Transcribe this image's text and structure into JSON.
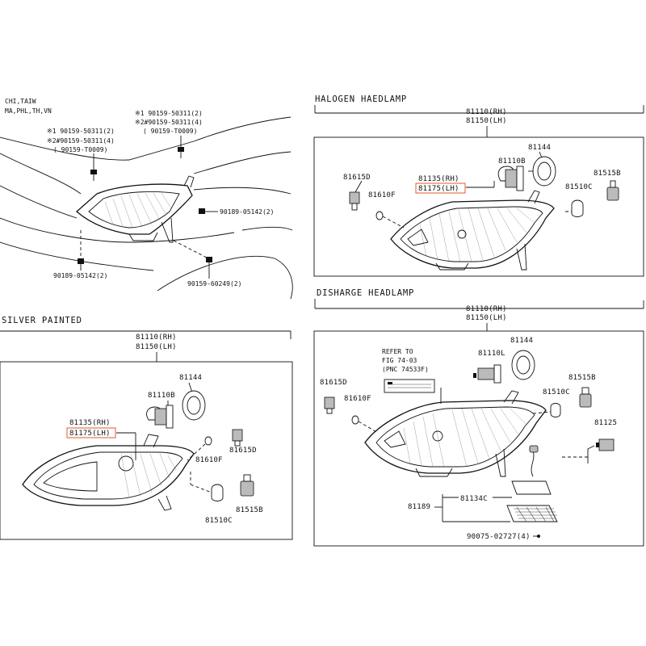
{
  "sections": {
    "top_left_notes": {
      "line1": "CHI,TAIW",
      "line2": "MA,PHL,TH,VN"
    },
    "body_callouts": {
      "a1": "※1 90159-50311(2)",
      "a2": "※2#90159-50311(4)",
      "a3": "( 90159-T0009)",
      "b1": "※1 90159-50311(2)",
      "b2": "※2#90159-50311(4)",
      "b3": "( 90159-T0009)",
      "c": "90189-05142(2)",
      "d": "90189-05142(2)",
      "e": "90159-60249(2)"
    },
    "halogen": {
      "title": "HALOGEN HAEDLAMP",
      "asm_rh": "81110(RH)",
      "asm_lh": "81150(LH)",
      "p81144": "81144",
      "p81110B": "81110B",
      "p81615D": "81615D",
      "p81135": "81135(RH)",
      "p81175": "81175(LH)",
      "p81610F": "81610F",
      "p81510C": "81510C",
      "p81515B": "81515B"
    },
    "silver": {
      "title": "SILVER PAINTED",
      "asm_rh": "81110(RH)",
      "asm_lh": "81150(LH)",
      "p81144": "81144",
      "p81110B": "81110B",
      "p81135": "81135(RH)",
      "p81175": "81175(LH)",
      "p81615D": "81615D",
      "p81610F": "81610F",
      "p81510C": "81510C",
      "p81515B": "81515B"
    },
    "discharge": {
      "title": "DISHARGE HEADLAMP",
      "asm_rh": "81110(RH)",
      "asm_lh": "81150(LH)",
      "refer1": "REFER TO",
      "refer2": "FIG 74-03",
      "refer3": "(PNC 74533F)",
      "p81144": "81144",
      "p81110L": "81110L",
      "p81615D": "81615D",
      "p81610F": "81610F",
      "p81510C": "81510C",
      "p81515B": "81515B",
      "p81125": "81125",
      "p81134C": "81134C",
      "p81189": "81189",
      "p90075": "90075-02727(4)"
    }
  },
  "colors": {
    "line": "#111111",
    "highlight": "#e45a2c",
    "background": "#ffffff"
  }
}
